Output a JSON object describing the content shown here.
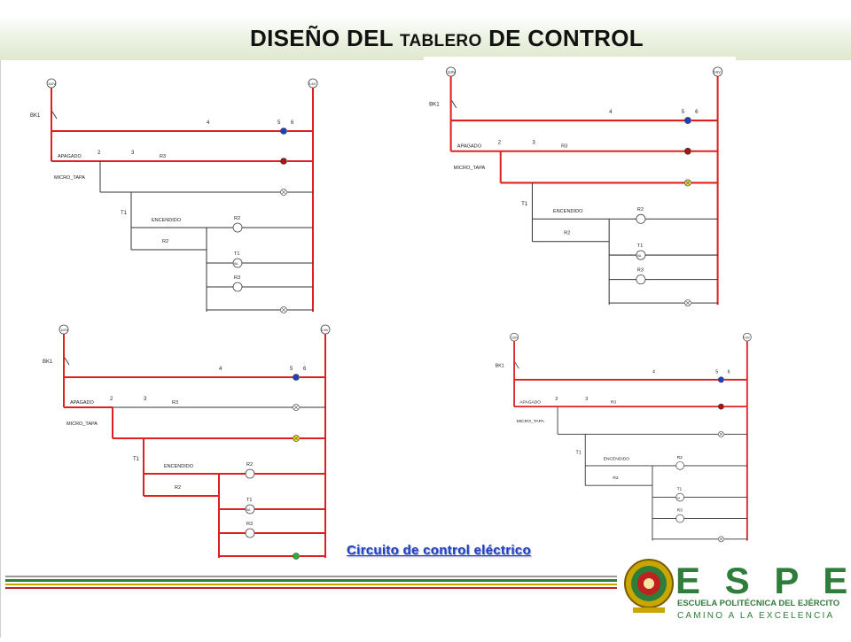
{
  "header": {
    "title_part1": "DISEÑO DEL ",
    "title_part2": "TABLERO",
    "title_part3": " DE CONTROL"
  },
  "diagram_labels": {
    "power_left": "110V",
    "power_right": "0-6V",
    "breaker": "BK1",
    "node4": "4",
    "node5": "5",
    "node6": "6",
    "node2": "2",
    "node3": "3",
    "apagado": "APAGADO",
    "micro_tapa": "MICRO_TAPA",
    "r3": "R3",
    "t1": "T1",
    "encendido": "ENCENDIDO",
    "r2": "R2",
    "timer_coil": "T1",
    "timer_mark": "5A"
  },
  "footer": {
    "caption": "Circuito de control eléctrico",
    "logo_letters": "E S P E",
    "logo_line1": "ESCUELA POLITÉCNICA DEL EJÉRCITO",
    "logo_line2": "CAMINO A LA EXCELENCIA"
  },
  "colors": {
    "wire_active": "#e02020",
    "wire_idle": "#333333",
    "lamp_blue": "#1f3fbf",
    "lamp_red": "#b01010",
    "lamp_yellow": "#f0e020",
    "lamp_green": "#30b030",
    "brand_green": "#2f7d3a"
  }
}
